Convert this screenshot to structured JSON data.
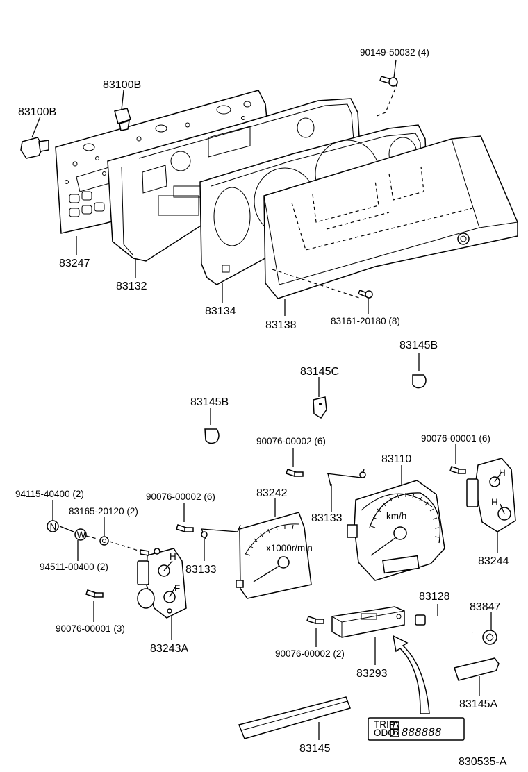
{
  "diagram_id": "830535-A",
  "part_labels": {
    "p90149_50032": "90149-50032 (4)",
    "p83100b_top": "83100B",
    "p83100b_left": "83100B",
    "p83247": "83247",
    "p83132": "83132",
    "p83134": "83134",
    "p83138": "83138",
    "p83161_20180": "83161-20180 (8)",
    "p83145b_right": "83145B",
    "p83145c": "83145C",
    "p83145b_left": "83145B",
    "p90076_00002_mid": "90076-00002 (6)",
    "p90076_00001_right": "90076-00001 (6)",
    "p83110": "83110",
    "p94115_40400": "94115-40400 (2)",
    "p90076_00002_left": "90076-00002 (6)",
    "p83242": "83242",
    "p83165_20120": "83165-20120 (2)",
    "p83133_right": "83133",
    "p83244": "83244",
    "p94511_00400": "94511-00400 (2)",
    "p83133_left": "83133",
    "p90076_00001_left": "90076-00001 (3)",
    "p83243a": "83243A",
    "p83128": "83128",
    "p83847": "83847",
    "p90076_00002_bottom": "90076-00002 (2)",
    "p83293": "83293",
    "p83145a": "83145A",
    "p83145": "83145"
  },
  "gauge_texts": {
    "speed_unit": "km/h",
    "tacho_unit": "x1000r/min",
    "fuel_full": "F",
    "temp_hot": "H",
    "odo_digits": "888888",
    "trip_mode": "TRIP",
    "odo_mode": "ODO",
    "trip_a": "A",
    "trip_b": "B"
  },
  "washer_letters": {
    "nut": "N",
    "washer": "W"
  }
}
